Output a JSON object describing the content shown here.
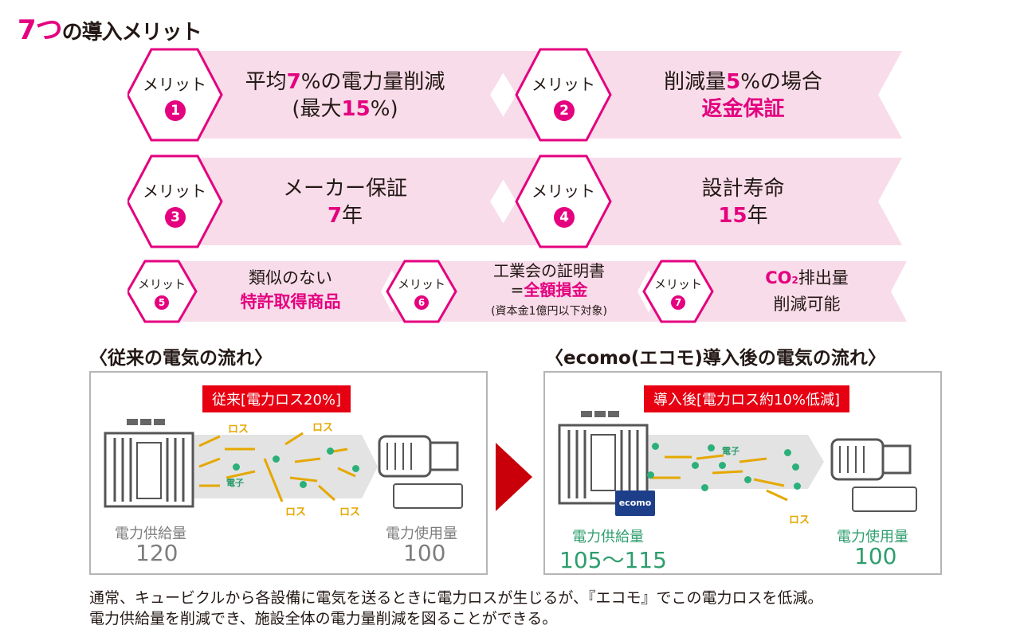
{
  "title": {
    "accent": "7つ",
    "rest": "の導入メリット"
  },
  "colors": {
    "accent": "#e4007f",
    "banner_bg": "#f8dce9",
    "hex_border": "#e4007f",
    "red": "#e60012",
    "green": "#2bb07a",
    "arrow": "#e5a800"
  },
  "merits": [
    {
      "label": "メリット",
      "num": "1",
      "line1a": "平均",
      "line1b": "7",
      "line1c": "%の電力量削減",
      "line2a": "(最大",
      "line2b": "15",
      "line2c": "%)"
    },
    {
      "label": "メリット",
      "num": "2",
      "line1a": "削減量",
      "line1b": "5",
      "line1c": "%の場合",
      "line2": "返金保証"
    },
    {
      "label": "メリット",
      "num": "3",
      "line1": "メーカー保証",
      "line2a": "7",
      "line2b": "年"
    },
    {
      "label": "メリット",
      "num": "4",
      "line1": "設計寿命",
      "line2a": "15",
      "line2b": "年"
    },
    {
      "label": "メリット",
      "num": "5",
      "line1": "類似のない",
      "line2": "特許取得商品"
    },
    {
      "label": "メリット",
      "num": "6",
      "line1": "工業会の証明書",
      "line2a": "=",
      "line2b": "全額損金",
      "line3": "(資本金1億円以下対象)"
    },
    {
      "label": "メリット",
      "num": "7",
      "line1a": "CO",
      "line1sub": "2",
      "line1b": "排出量",
      "line2": "削減可能"
    }
  ],
  "left_panel": {
    "heading": "〈従来の電気の流れ〉",
    "tag": "従来[電力ロス20%]",
    "loss": "ロス",
    "electron": "電子",
    "supply_label": "電力供給量",
    "supply_value": "120",
    "use_label": "電力使用量",
    "use_value": "100"
  },
  "right_panel": {
    "heading": "〈ecomo(エコモ)導入後の電気の流れ〉",
    "tag": "導入後[電力ロス約10%低減]",
    "loss": "ロス",
    "electron": "電子",
    "device": "ecomo",
    "supply_label": "電力供給量",
    "supply_value": "105〜115",
    "use_label": "電力使用量",
    "use_value": "100"
  },
  "caption": {
    "line1": "通常、キュービクルから各設備に電気を送るときに電力ロスが生じるが、『エコモ』でこの電力ロスを低減。",
    "line2": "電力供給量を削減でき、施設全体の電力量削減を図ることができる。"
  }
}
